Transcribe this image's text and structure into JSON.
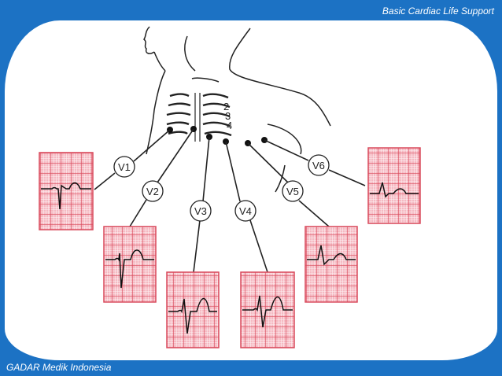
{
  "header": {
    "title": "Basic Cardiac Life Support"
  },
  "footer": {
    "text": "GADAR Medik Indonesia"
  },
  "colors": {
    "background": "#1c72c4",
    "panel": "#ffffff",
    "ecg_grid": "#e05a6a",
    "ecg_paper": "#f4b6bf"
  },
  "diagram": {
    "rib_numbers": [
      "2",
      "3",
      "4"
    ],
    "leads": [
      {
        "label": "V1"
      },
      {
        "label": "V2"
      },
      {
        "label": "V3"
      },
      {
        "label": "V4"
      },
      {
        "label": "V5"
      },
      {
        "label": "V6"
      }
    ]
  }
}
